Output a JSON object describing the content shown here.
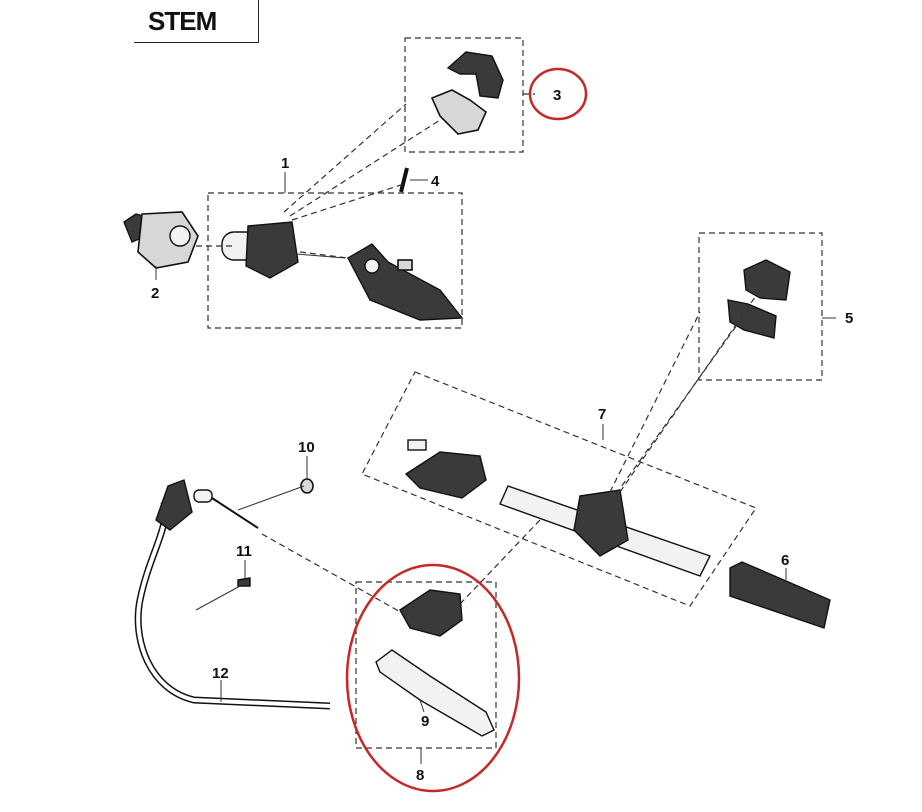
{
  "title": "STEM",
  "callouts": {
    "c1": "1",
    "c2": "2",
    "c3": "3",
    "c4": "4",
    "c5": "5",
    "c6": "6",
    "c7": "7",
    "c8": "8",
    "c9": "9",
    "c10": "10",
    "c11": "11",
    "c12": "12"
  },
  "colors": {
    "highlight": "#c62828",
    "line": "#333333"
  }
}
